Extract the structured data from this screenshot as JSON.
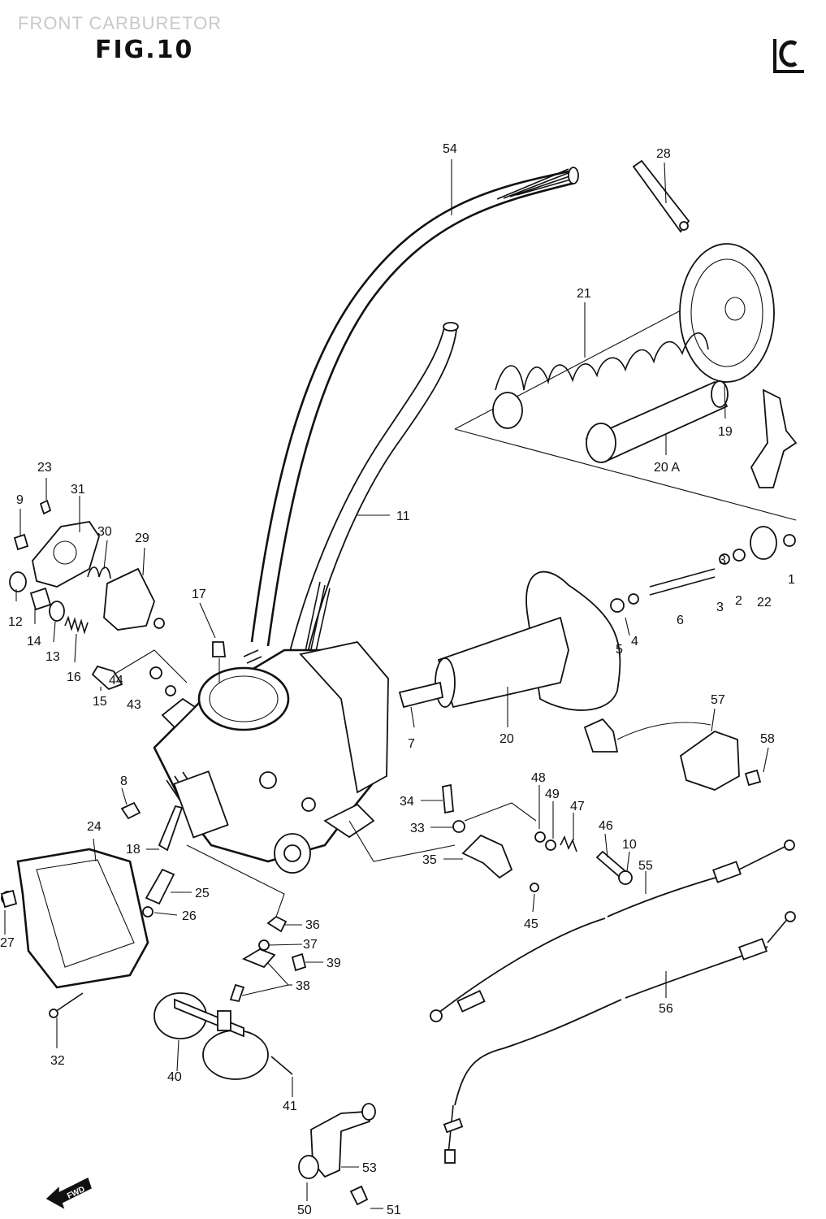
{
  "header": {
    "section_title": "FRONT CARBURETOR",
    "figure": "FIG.10"
  },
  "fwd_label": "FWD",
  "callouts": [
    {
      "id": "c54",
      "label": "54"
    },
    {
      "id": "c28",
      "label": "28"
    },
    {
      "id": "c21",
      "label": "21"
    },
    {
      "id": "c19",
      "label": "19"
    },
    {
      "id": "c20A",
      "label": "20 A"
    },
    {
      "id": "c11",
      "label": "11"
    },
    {
      "id": "c23",
      "label": "23"
    },
    {
      "id": "c31",
      "label": "31"
    },
    {
      "id": "c9",
      "label": "9"
    },
    {
      "id": "c30",
      "label": "30"
    },
    {
      "id": "c29",
      "label": "29"
    },
    {
      "id": "c12",
      "label": "12"
    },
    {
      "id": "c14",
      "label": "14"
    },
    {
      "id": "c13",
      "label": "13"
    },
    {
      "id": "c16",
      "label": "16"
    },
    {
      "id": "c15",
      "label": "15"
    },
    {
      "id": "c44",
      "label": "44"
    },
    {
      "id": "c43",
      "label": "43"
    },
    {
      "id": "c17",
      "label": "17"
    },
    {
      "id": "c3a",
      "label": "3"
    },
    {
      "id": "c3b",
      "label": "3"
    },
    {
      "id": "c2",
      "label": "2"
    },
    {
      "id": "c22",
      "label": "22"
    },
    {
      "id": "c1",
      "label": "1"
    },
    {
      "id": "c6",
      "label": "6"
    },
    {
      "id": "c5",
      "label": "5"
    },
    {
      "id": "c4",
      "label": "4"
    },
    {
      "id": "c7",
      "label": "7"
    },
    {
      "id": "c20",
      "label": "20"
    },
    {
      "id": "c57",
      "label": "57"
    },
    {
      "id": "c58",
      "label": "58"
    },
    {
      "id": "c8",
      "label": "8"
    },
    {
      "id": "c24",
      "label": "24"
    },
    {
      "id": "c18",
      "label": "18"
    },
    {
      "id": "c25",
      "label": "25"
    },
    {
      "id": "c26",
      "label": "26"
    },
    {
      "id": "c27",
      "label": "27"
    },
    {
      "id": "c32",
      "label": "32"
    },
    {
      "id": "c34",
      "label": "34"
    },
    {
      "id": "c33",
      "label": "33"
    },
    {
      "id": "c35",
      "label": "35"
    },
    {
      "id": "c48",
      "label": "48"
    },
    {
      "id": "c49",
      "label": "49"
    },
    {
      "id": "c47",
      "label": "47"
    },
    {
      "id": "c46",
      "label": "46"
    },
    {
      "id": "c10",
      "label": "10"
    },
    {
      "id": "c55",
      "label": "55"
    },
    {
      "id": "c45",
      "label": "45"
    },
    {
      "id": "c36",
      "label": "36"
    },
    {
      "id": "c37",
      "label": "37"
    },
    {
      "id": "c39",
      "label": "39"
    },
    {
      "id": "c38",
      "label": "38"
    },
    {
      "id": "c40",
      "label": "40"
    },
    {
      "id": "c41",
      "label": "41"
    },
    {
      "id": "c56",
      "label": "56"
    },
    {
      "id": "c53",
      "label": "53"
    },
    {
      "id": "c50",
      "label": "50"
    },
    {
      "id": "c51",
      "label": "51"
    }
  ]
}
